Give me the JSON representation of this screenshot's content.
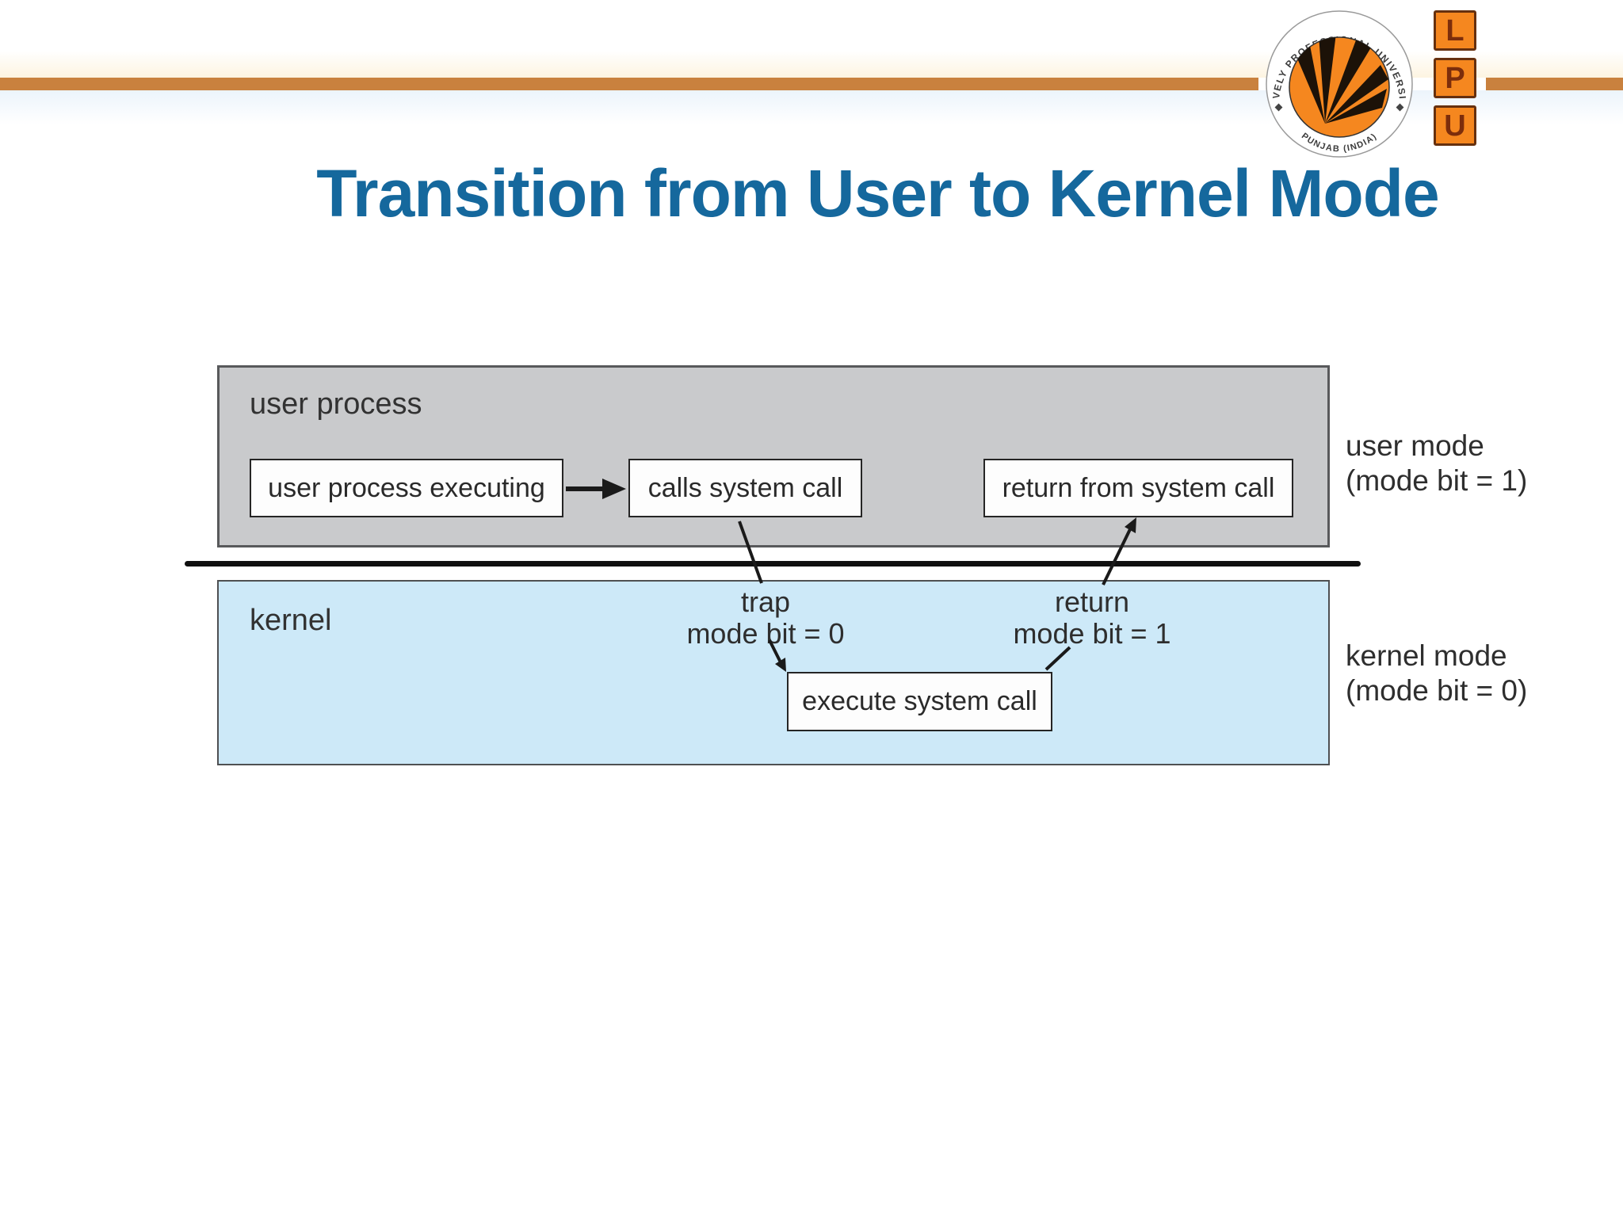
{
  "slide": {
    "title": "Transition from User to Kernel Mode",
    "title_color": "#15689d",
    "background_color": "#ffffff"
  },
  "header": {
    "accent_bar_color": "#c9813e"
  },
  "logo": {
    "ring_text_top": "LOVELY PROFESSIONAL UNIVERSITY",
    "ring_text_bottom": "PUNJAB (INDIA)",
    "block_letters": [
      "L",
      "P",
      "U"
    ],
    "seal_fill_color": "#f5871f",
    "block_border_color": "#66300e"
  },
  "diagram": {
    "regions": {
      "user": {
        "label": "user process",
        "fill": "#c9cacc"
      },
      "kernel": {
        "label": "kernel",
        "fill": "#cde9f8"
      }
    },
    "nodes": {
      "user_process_executing": "user process executing",
      "calls_system_call": "calls system call",
      "return_from_system_call": "return from system call",
      "execute_system_call": "execute system call"
    },
    "annotations": {
      "trap": {
        "line1": "trap",
        "line2": "mode bit = 0"
      },
      "return": {
        "line1": "return",
        "line2": "mode bit = 1"
      }
    },
    "side_labels": {
      "user_mode": {
        "line1": "user mode",
        "line2": "(mode bit = 1)"
      },
      "kernel_mode": {
        "line1": "kernel mode",
        "line2": "(mode bit = 0)"
      }
    }
  }
}
